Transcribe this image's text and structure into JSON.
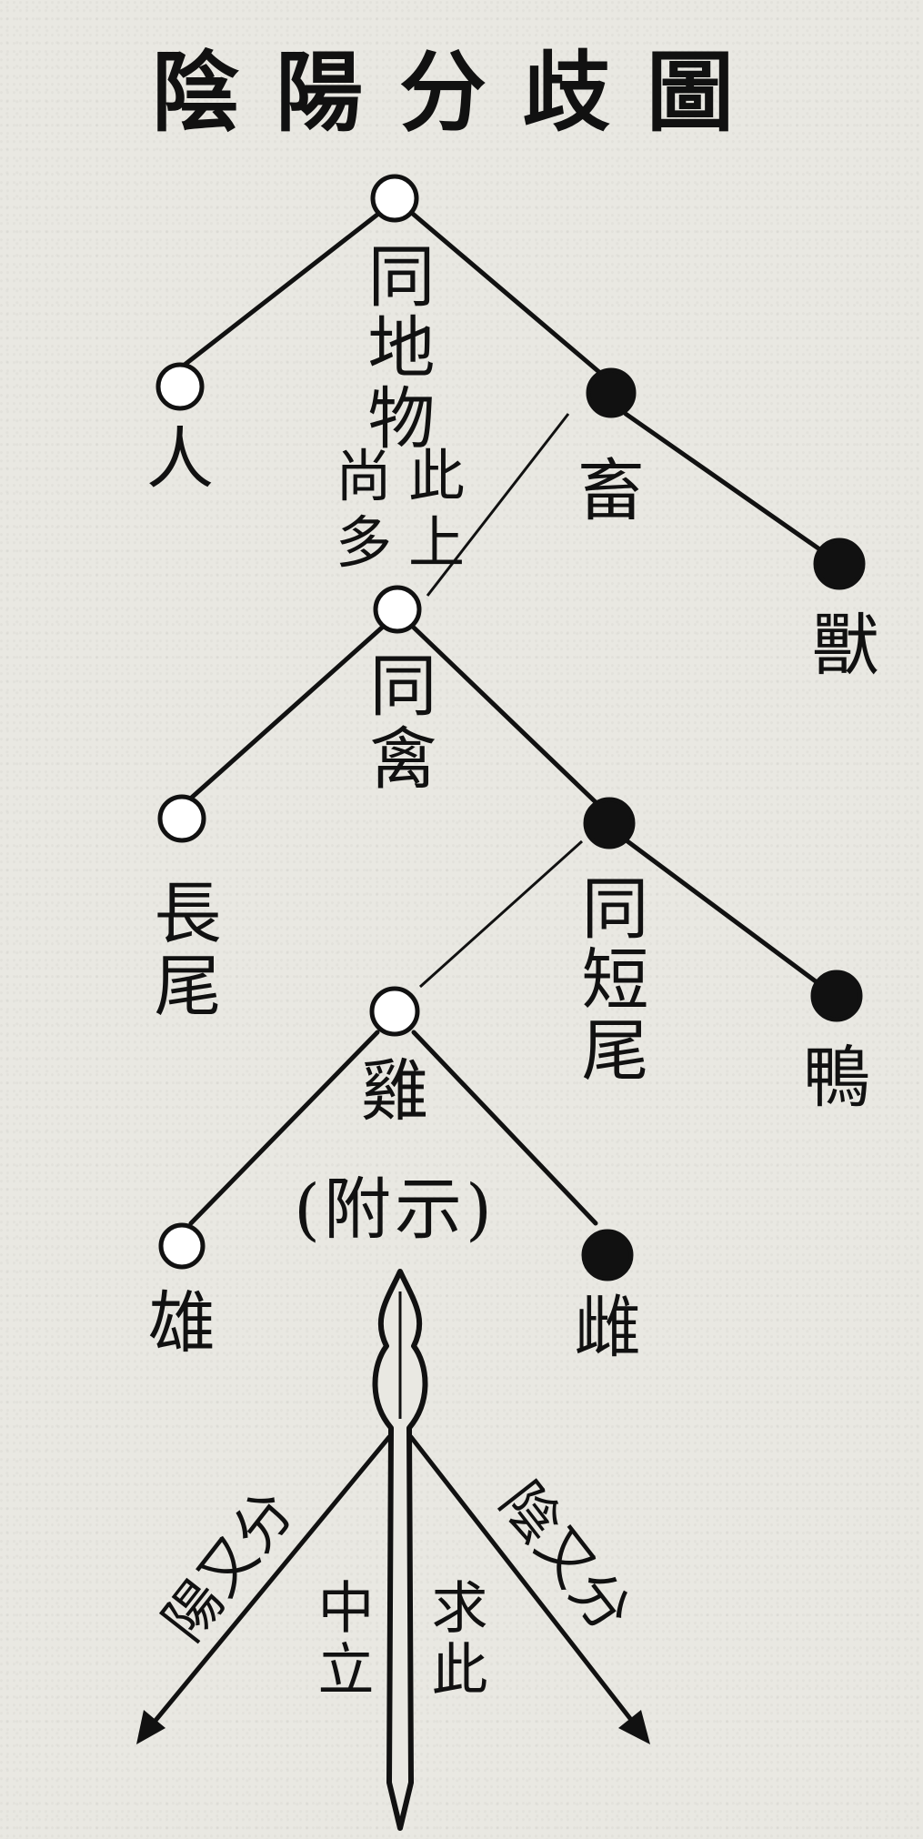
{
  "title": "陰陽分歧圖",
  "nodes": {
    "root": "",
    "ren": "人",
    "chu": "畜",
    "shou": "獸",
    "qin_node": "",
    "changwei": "長尾",
    "duanwei_node": "",
    "ya": "鴨",
    "ji_node": "",
    "xiong": "雄",
    "ci": "雌"
  },
  "edge_labels": {
    "tong_diwu": "同地物",
    "shang_ci_1": "此",
    "shang_ci_2": "上",
    "shang_duo_1": "尚",
    "shang_duo_2": "多",
    "tong_qin": "同禽",
    "tong_duanwei": "同短尾",
    "ji": "雞"
  },
  "annotation": {
    "fushi": "(附示)",
    "left_arrow": "陽又分",
    "right_arrow": "陰又分",
    "zhongli": "中立",
    "qiuci": "求此"
  },
  "colors": {
    "ink": "#111111",
    "paper": "#e9e8e2",
    "yang": "#ffffff",
    "yin": "#111111"
  }
}
